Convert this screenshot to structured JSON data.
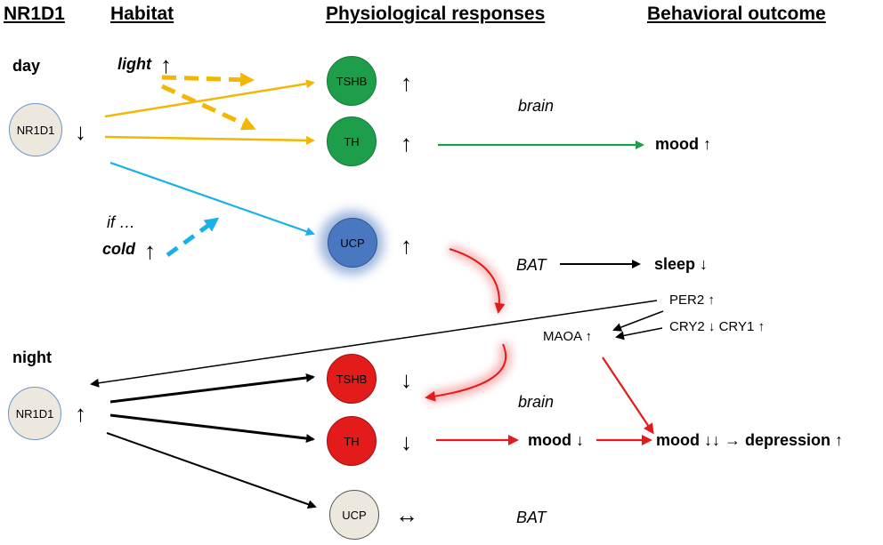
{
  "headers": {
    "gene": "NR1D1",
    "habitat": "Habitat",
    "physiology": "Physiological responses",
    "behavior": "Behavioral outcome"
  },
  "day": {
    "label": "day",
    "gene": "NR1D1",
    "gene_arrow": "↓",
    "light": "light",
    "light_arrow": "↑",
    "if": "if …",
    "cold": "cold",
    "cold_arrow": "↑",
    "tshb": "TSHB",
    "tshb_arrow": "↑",
    "th": "TH",
    "th_arrow": "↑",
    "ucp": "UCP",
    "ucp_arrow": "↑",
    "brain": "brain",
    "mood": "mood ↑",
    "bat": "BAT",
    "sleep": "sleep ↓"
  },
  "middle": {
    "per2": "PER2 ↑",
    "cry": "CRY2 ↓ CRY1 ↑",
    "maoa": "MAOA ↑"
  },
  "night": {
    "label": "night",
    "gene": "NR1D1",
    "gene_arrow": "↑",
    "tshb": "TSHB",
    "tshb_arrow": "↓",
    "th": "TH",
    "th_arrow": "↓",
    "ucp": "UCP",
    "ucp_arrow": "↔",
    "brain": "brain",
    "mood": "mood ↓",
    "mood2": "mood ↓↓ → depression ↑",
    "bat": "BAT"
  },
  "colors": {
    "light": "#f2b705",
    "cold": "#1ab2e6",
    "green": "#1e9e4a",
    "red": "#e31b1b",
    "blue_node": "#4a78c0",
    "neutral_node": "#ece8de",
    "node_border": "#6f93c9"
  }
}
